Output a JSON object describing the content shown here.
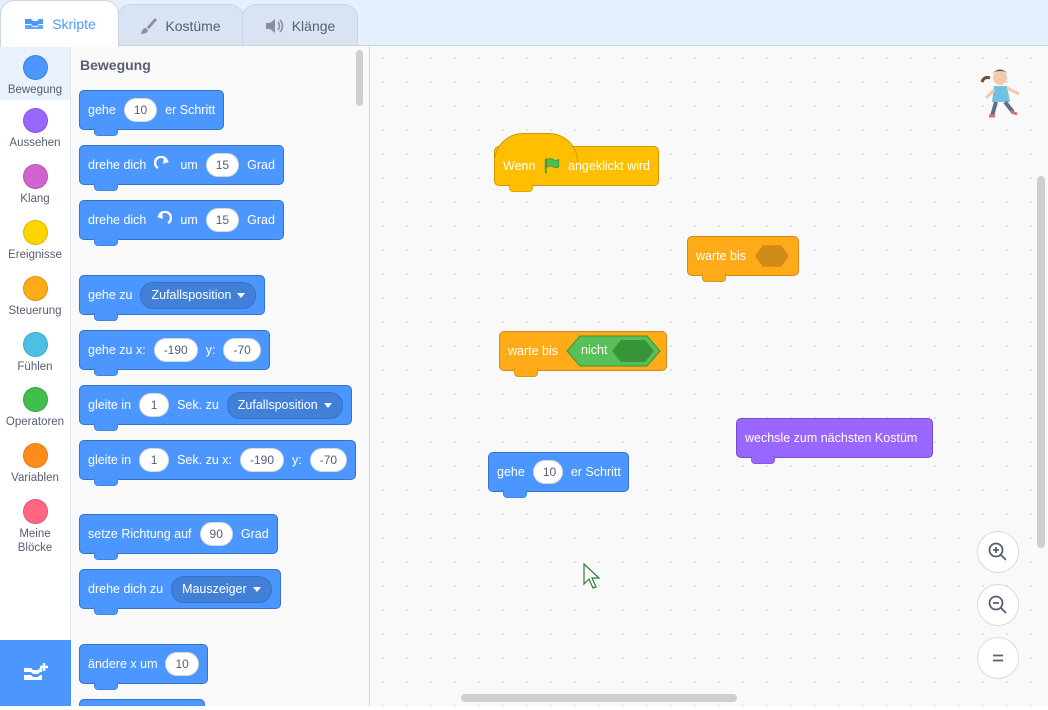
{
  "tabs": [
    {
      "label": "Skripte",
      "icon": "code-icon",
      "active": true
    },
    {
      "label": "Kostüme",
      "icon": "brush-icon",
      "active": false
    },
    {
      "label": "Klänge",
      "icon": "speaker-icon",
      "active": false
    }
  ],
  "categories": [
    {
      "label": "Bewegung",
      "color": "#4c97ff"
    },
    {
      "label": "Aussehen",
      "color": "#9966ff"
    },
    {
      "label": "Klang",
      "color": "#cf63cf"
    },
    {
      "label": "Ereignisse",
      "color": "#ffd500"
    },
    {
      "label": "Steuerung",
      "color": "#ffab19"
    },
    {
      "label": "Fühlen",
      "color": "#4cbfe6"
    },
    {
      "label": "Operatoren",
      "color": "#40bf4a"
    },
    {
      "label": "Variablen",
      "color": "#ff8c1a"
    },
    {
      "label": "Meine Blöcke",
      "color": "#ff6680"
    }
  ],
  "palette": {
    "title": "Bewegung",
    "move": {
      "a": "gehe",
      "v": "10",
      "b": "er Schritt"
    },
    "turn_right": {
      "a": "drehe dich",
      "b": "um",
      "v": "15",
      "c": "Grad"
    },
    "turn_left": {
      "a": "drehe dich",
      "b": "um",
      "v": "15",
      "c": "Grad"
    },
    "goto": {
      "a": "gehe zu",
      "dd": "Zufallsposition"
    },
    "goto_xy": {
      "a": "gehe zu x:",
      "x": "-190",
      "b": "y:",
      "y": "-70"
    },
    "glide": {
      "a": "gleite in",
      "v": "1",
      "b": "Sek. zu",
      "dd": "Zufallsposition"
    },
    "glide_xy": {
      "a": "gleite in",
      "v": "1",
      "b": "Sek. zu x:",
      "x": "-190",
      "c": "y:",
      "y": "-70"
    },
    "point_dir": {
      "a": "setze Richtung auf",
      "v": "90",
      "b": "Grad"
    },
    "point_towards": {
      "a": "drehe dich zu",
      "dd": "Mauszeiger"
    },
    "change_x": {
      "a": "ändere x um",
      "v": "10"
    }
  },
  "workspace": {
    "hat": {
      "a": "Wenn",
      "b": "angeklickt wird"
    },
    "wait_until": {
      "a": "warte bis"
    },
    "wait_until_not": {
      "a": "warte bis",
      "b": "nicht"
    },
    "next_costume": {
      "a": "wechsle zum nächsten Kostüm"
    },
    "move": {
      "a": "gehe",
      "v": "10",
      "b": "er Schritt"
    }
  }
}
